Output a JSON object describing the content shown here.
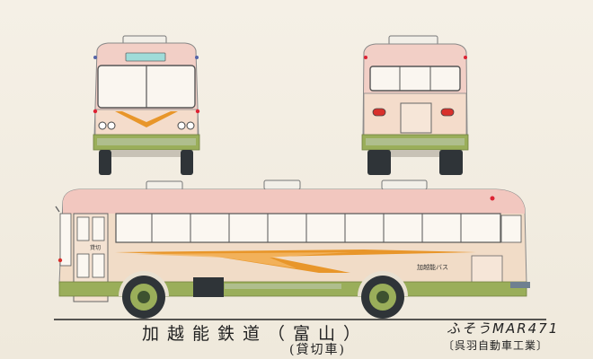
{
  "drawing": {
    "title": "加越能鉄道（富山）",
    "subtitle": "(貸切車)",
    "model": "ふそうMAR471",
    "maker": "〔呉羽自動車工業〕",
    "bus_side_label": "加越能バス",
    "bus_door_label": "貸切"
  },
  "colors": {
    "paper": "#f3eee3",
    "body_cream": "#f1dcc7",
    "roof_pink": "#f2c7bf",
    "skirt_green": "#9aae5a",
    "flash_orange": "#e8962a",
    "tire": "#2f3438",
    "ink": "#222222"
  }
}
